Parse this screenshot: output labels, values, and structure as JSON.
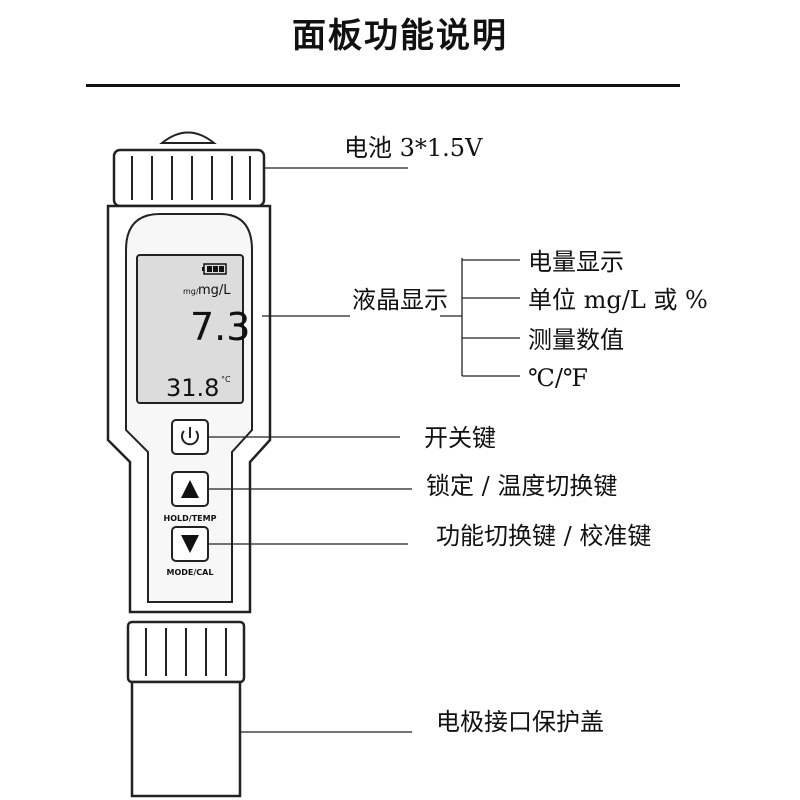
{
  "title": "面板功能说明",
  "labels": {
    "battery": "电池  3*1.5V",
    "lcd": "液晶显示",
    "lcd_sub": [
      "电量显示",
      "单位 mg/L 或 %",
      "测量数值",
      "℃/℉"
    ],
    "power_key": "开关键",
    "hold_key": "锁定 / 温度切换键",
    "mode_key": "功能切换键 / 校准键",
    "cap": "电极接口保护盖"
  },
  "device": {
    "lcd_unit_small": "mg/",
    "lcd_unit": "mg/L",
    "lcd_reading": "7.3",
    "lcd_temp": "31.8",
    "lcd_temp_unit": "°C",
    "hold_button_label": "HOLD/TEMP",
    "mode_button_label": "MODE/CAL"
  }
}
